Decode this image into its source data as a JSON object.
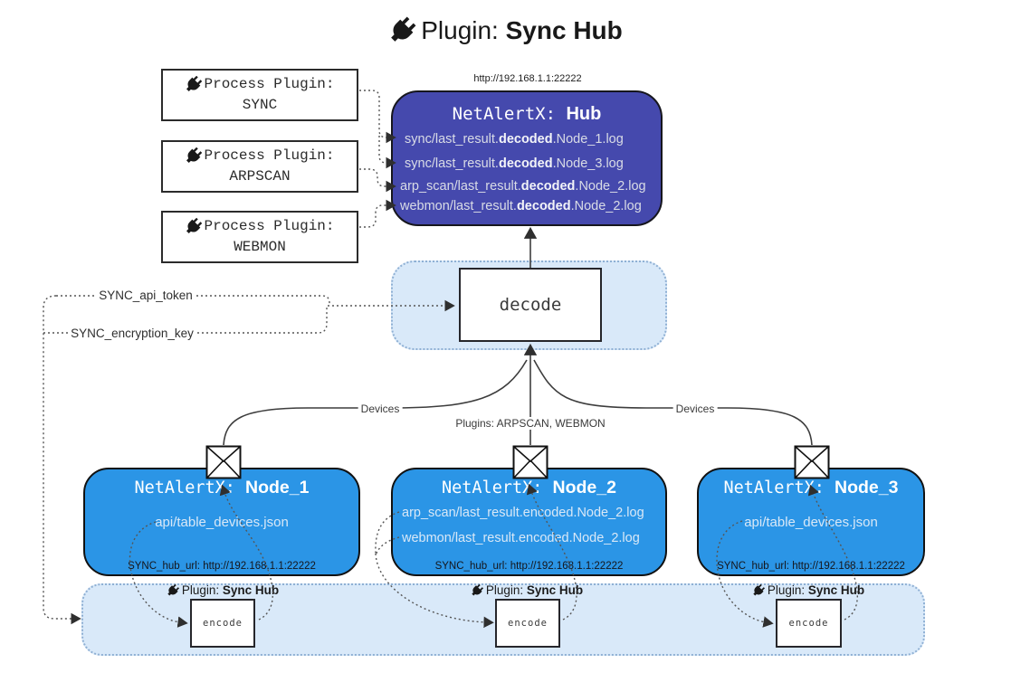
{
  "colors": {
    "hub_fill": "#4549ad",
    "node_fill": "#2b95e6",
    "band_fill": "#d9e9f9",
    "band_border": "#8fb0d4",
    "connector": "#3d3d3d",
    "hub_text": "#d9dce6",
    "node_text": "#d9e8f7"
  },
  "title": {
    "prefix": "Plugin: ",
    "bold": "Sync Hub"
  },
  "hub": {
    "url": "http://192.168.1.1:22222",
    "title_prefix": "NetAlertX: ",
    "title_bold": "Hub",
    "entries": [
      {
        "prefix": "sync/last_result.",
        "bold": "decoded",
        "suffix": ".Node_1.log"
      },
      {
        "prefix": "sync/last_result.",
        "bold": "decoded",
        "suffix": ".Node_3.log"
      },
      {
        "prefix": "arp_scan/last_result.",
        "bold": "decoded",
        "suffix": ".Node_2.log"
      },
      {
        "prefix": "webmon/last_result.",
        "bold": "decoded",
        "suffix": ".Node_2.log"
      }
    ]
  },
  "process_plugins": [
    {
      "label": "Process Plugin:",
      "name": "SYNC"
    },
    {
      "label": "Process Plugin:",
      "name": "ARPSCAN"
    },
    {
      "label": "Process Plugin:",
      "name": "WEBMON"
    }
  ],
  "decode_label": "decode",
  "secrets": {
    "api_token": "SYNC_api_token",
    "encryption_key": "SYNC_encryption_key"
  },
  "edge_labels": {
    "devices_left": "Devices",
    "plugins_center": "Plugins: ARPSCAN, WEBMON",
    "devices_right": "Devices"
  },
  "nodes": [
    {
      "title_prefix": "NetAlertX: ",
      "title_bold": "Node_1",
      "line1": "api/table_devices.json",
      "hub_url": "SYNC_hub_url: http://192.168.1.1:22222"
    },
    {
      "title_prefix": "NetAlertX: ",
      "title_bold": "Node_2",
      "line1": "arp_scan/last_result.encoded.Node_2.log",
      "line2": "webmon/last_result.encoded.Node_2.log",
      "hub_url": "SYNC_hub_url: http://192.168.1.1:22222"
    },
    {
      "title_prefix": "NetAlertX: ",
      "title_bold": "Node_3",
      "line1": "api/table_devices.json",
      "hub_url": "SYNC_hub_url: http://192.168.1.1:22222"
    }
  ],
  "encode_sections": [
    {
      "label_prefix": "Plugin: ",
      "label_bold": "Sync Hub",
      "box_label": "encode"
    },
    {
      "label_prefix": "Plugin: ",
      "label_bold": "Sync Hub",
      "box_label": "encode"
    },
    {
      "label_prefix": "Plugin: ",
      "label_bold": "Sync Hub",
      "box_label": "encode"
    }
  ]
}
